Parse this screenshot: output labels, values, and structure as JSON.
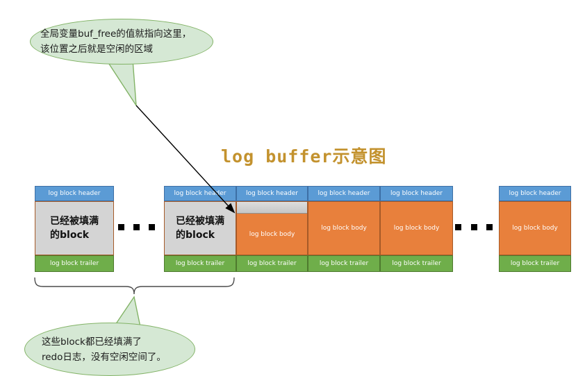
{
  "title": "log buffer示意图",
  "callout_top": {
    "line1": "全局变量buf_free的值就指向这里，",
    "line2": "该位置之后就是空闲的区域"
  },
  "callout_bottom": {
    "line1": "这些block都已经填满了",
    "line2": "redo日志，没有空闲空间了。"
  },
  "block_labels": {
    "header": "log block header",
    "body": "log block body",
    "trailer": "log block trailer"
  },
  "filled_block": {
    "line1": "已经被填满",
    "line2": "的block"
  },
  "colors": {
    "header_fill": "#5b9bd5",
    "header_border": "#3d6fa5",
    "body_fill": "#e8803c",
    "body_border": "#a65a28",
    "trailer_fill": "#6fae4a",
    "trailer_border": "#4e7a2e",
    "filled_fill": "#d4d4d4",
    "free_strip_fill": "#d2d2d2",
    "bubble_fill": "#d5e8d4",
    "bubble_border": "#82b366",
    "title_color": "#c3922e",
    "arrow_color": "#000000",
    "brace_color": "#4a4a4a"
  }
}
